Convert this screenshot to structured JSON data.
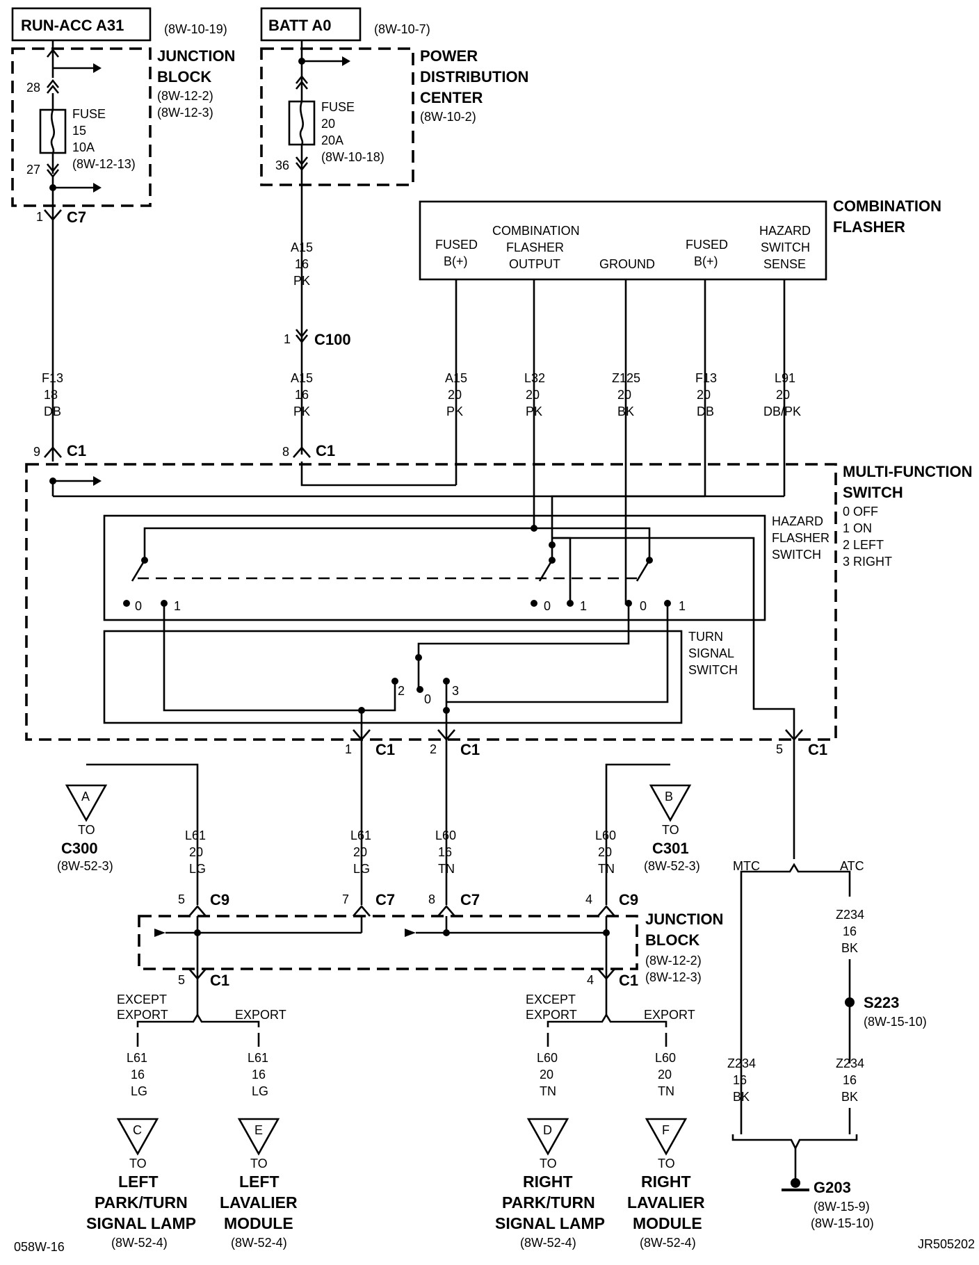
{
  "top": {
    "run_acc": "RUN-ACC A31",
    "run_acc_ref": "(8W-10-19)",
    "batt": "BATT A0",
    "batt_ref": "(8W-10-7)"
  },
  "junction_block_top": {
    "title": [
      "JUNCTION",
      "BLOCK"
    ],
    "refs": [
      "(8W-12-2)",
      "(8W-12-3)"
    ],
    "fuse": [
      "FUSE",
      "15",
      "10A",
      "(8W-12-13)"
    ],
    "pin_in": "28",
    "pin_out": "27"
  },
  "pdc": {
    "title": [
      "POWER",
      "DISTRIBUTION",
      "CENTER"
    ],
    "ref": "(8W-10-2)",
    "fuse": [
      "FUSE",
      "20",
      "20A",
      "(8W-10-18)"
    ],
    "pin": "36"
  },
  "flasher": {
    "title": [
      "COMBINATION",
      "FLASHER"
    ],
    "pins": [
      [
        "FUSED",
        "B(+)"
      ],
      [
        "COMBINATION",
        "FLASHER",
        "OUTPUT"
      ],
      [
        "GROUND"
      ],
      [
        "FUSED",
        "B(+)"
      ],
      [
        "HAZARD",
        "SWITCH",
        "SENSE"
      ]
    ]
  },
  "connectors": {
    "c7_top": {
      "pin": "1",
      "name": "C7"
    },
    "c100": {
      "pin": "1",
      "name": "C100"
    },
    "c1_9": {
      "pin": "9",
      "name": "C1"
    },
    "c1_8": {
      "pin": "8",
      "name": "C1"
    },
    "c1_1": {
      "pin": "1",
      "name": "C1"
    },
    "c1_2": {
      "pin": "2",
      "name": "C1"
    },
    "c1_5": {
      "pin": "5",
      "name": "C1"
    },
    "c9_5": {
      "pin": "5",
      "name": "C9"
    },
    "c7_7": {
      "pin": "7",
      "name": "C7"
    },
    "c7_8": {
      "pin": "8",
      "name": "C7"
    },
    "c9_4": {
      "pin": "4",
      "name": "C9"
    },
    "c1_5b": {
      "pin": "5",
      "name": "C1"
    },
    "c1_4b": {
      "pin": "4",
      "name": "C1"
    }
  },
  "wires": {
    "a15_upper": [
      "A15",
      "16",
      "PK"
    ],
    "f13_left": [
      "F13",
      "18",
      "DB"
    ],
    "a15_lower": [
      "A15",
      "16",
      "PK"
    ],
    "a15_flasher": [
      "A15",
      "20",
      "PK"
    ],
    "l32": [
      "L32",
      "20",
      "PK"
    ],
    "z125": [
      "Z125",
      "20",
      "BK"
    ],
    "f13_flasher": [
      "F13",
      "20",
      "DB"
    ],
    "l91": [
      "L91",
      "20",
      "DB/PK"
    ],
    "l61_a": [
      "L61",
      "20",
      "LG"
    ],
    "l61_b": [
      "L61",
      "20",
      "LG"
    ],
    "l60_a": [
      "L60",
      "16",
      "TN"
    ],
    "l60_b": [
      "L60",
      "20",
      "TN"
    ],
    "l61_c": [
      "L61",
      "16",
      "LG"
    ],
    "l61_d": [
      "L61",
      "16",
      "LG"
    ],
    "l60_c": [
      "L60",
      "20",
      "TN"
    ],
    "l60_d": [
      "L60",
      "20",
      "TN"
    ],
    "z234_a": [
      "Z234",
      "16",
      "BK"
    ],
    "z234_b": [
      "Z234",
      "16",
      "BK"
    ],
    "z234_c": [
      "Z234",
      "16",
      "BK"
    ]
  },
  "mfs": {
    "title": [
      "MULTI-FUNCTION",
      "SWITCH"
    ],
    "legend": [
      "0 OFF",
      "1 ON",
      "2 LEFT",
      "3 RIGHT"
    ],
    "hazard": [
      "HAZARD",
      "FLASHER",
      "SWITCH"
    ],
    "turn": [
      "TURN",
      "SIGNAL",
      "SWITCH"
    ],
    "pos": {
      "h0a": "0",
      "h1a": "1",
      "h0b": "0",
      "h1b": "1",
      "h0c": "0",
      "h1c": "1",
      "t2": "2",
      "t0": "0",
      "t3": "3"
    }
  },
  "offpage": {
    "a": {
      "letter": "A",
      "to": "TO",
      "dest": "C300",
      "ref": "(8W-52-3)"
    },
    "b": {
      "letter": "B",
      "to": "TO",
      "dest": "C301",
      "ref": "(8W-52-3)"
    },
    "c": {
      "letter": "C",
      "to": "TO",
      "dest": [
        "LEFT",
        "PARK/TURN",
        "SIGNAL LAMP"
      ],
      "ref": "(8W-52-4)"
    },
    "e": {
      "letter": "E",
      "to": "TO",
      "dest": [
        "LEFT",
        "LAVALIER",
        "MODULE"
      ],
      "ref": "(8W-52-4)"
    },
    "d": {
      "letter": "D",
      "to": "TO",
      "dest": [
        "RIGHT",
        "PARK/TURN",
        "SIGNAL LAMP"
      ],
      "ref": "(8W-52-4)"
    },
    "f": {
      "letter": "F",
      "to": "TO",
      "dest": [
        "RIGHT",
        "LAVALIER",
        "MODULE"
      ],
      "ref": "(8W-52-4)"
    }
  },
  "junction_block_bottom": {
    "title": [
      "JUNCTION",
      "BLOCK"
    ],
    "refs": [
      "(8W-12-2)",
      "(8W-12-3)"
    ]
  },
  "options": {
    "except_export_l": [
      "EXCEPT",
      "EXPORT"
    ],
    "export_l": "EXPORT",
    "except_export_r": [
      "EXCEPT",
      "EXPORT"
    ],
    "export_r": "EXPORT",
    "mtc": "MTC",
    "atc": "ATC"
  },
  "splice": {
    "name": "S223",
    "ref": "(8W-15-10)"
  },
  "ground": {
    "name": "G203",
    "refs": [
      "(8W-15-9)",
      "(8W-15-10)"
    ]
  },
  "footer": {
    "left": "058W-16",
    "right": "JR505202"
  }
}
